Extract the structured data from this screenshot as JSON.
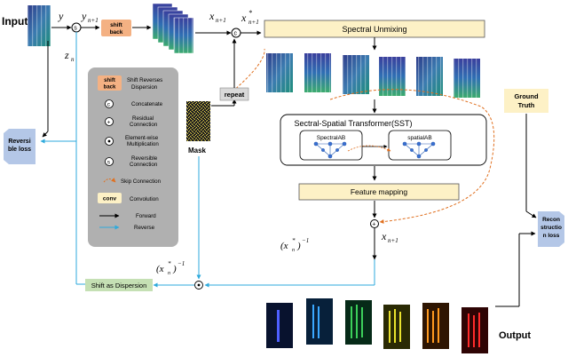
{
  "labels": {
    "input": "Input",
    "output": "Output",
    "mask": "Mask",
    "spectral_unmixing": "Spectral Unmixing",
    "sst": "Sectral-Spatial Transformer(SST)",
    "spectral_ab": "SpectralAB",
    "spatial_ab": "spatialAB",
    "feature_mapping": "Feature mapping",
    "repeat": "repeat",
    "shift_back": "shift back",
    "reversible_loss": "Reversi ble loss",
    "ground_truth": "Ground Truth",
    "reconstruction_loss": "Recon structio n loss",
    "shift_as_dispersion": "Shift as Dispersion"
  },
  "math": {
    "y": "y",
    "y_n1": "y",
    "y_n1_sub": "n+1",
    "z_n": "z",
    "z_n_sub": "n",
    "x_hat_n1": "x",
    "x_hat_n1_sub": "n+1",
    "x_star_n1": "x",
    "x_star_n1_sub": "n+1",
    "x_n1": "x",
    "x_n1_sub": "n+1",
    "inv_right": "(x",
    "inv_right_sub": "n",
    "inv_right_tail": ")",
    "inv_right_exp": "−1",
    "inv_left": "(x",
    "inv_left_sub": "n",
    "inv_left_tail": ")",
    "inv_left_exp": "−1",
    "star": "*"
  },
  "legend": [
    {
      "key": "shift_back",
      "text": "Shift Reverses Dispersion"
    },
    {
      "key": "concat",
      "text": "Concatenate"
    },
    {
      "key": "residual",
      "text": "Residual Connection"
    },
    {
      "key": "elementwise",
      "text": "Element-wise Multiplication"
    },
    {
      "key": "reversible",
      "text": "Reversible Connection"
    },
    {
      "key": "skip",
      "text": "Skip Connection"
    },
    {
      "key": "conv",
      "text": "Convolution"
    },
    {
      "key": "forward",
      "text": "Forward"
    },
    {
      "key": "reverse",
      "text": "Reverse"
    }
  ],
  "legend_symbols": {
    "concat": "c",
    "residual": "+",
    "reversible": "s",
    "conv": "conv",
    "shift_back_1": "shift",
    "shift_back_2": "back"
  },
  "colors": {
    "shift_box": "#f4b183",
    "yellow_box": "#fdf1c6",
    "green_box": "#c5e0b4",
    "gray_panel": "#b0b0b0",
    "loss_box": "#b4c7e7",
    "forward": "#000000",
    "reverse": "#2eaadc",
    "skip": "#e07020"
  }
}
